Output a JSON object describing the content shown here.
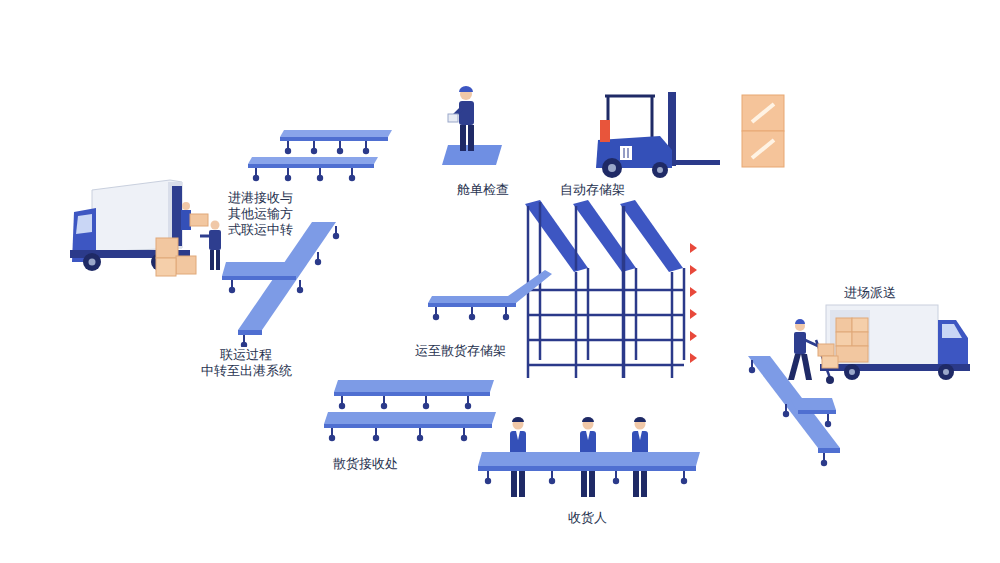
{
  "diagram": {
    "labels": [
      "舱单检查",
      "自动存储架",
      "进港接收与 其他运输方 式联运中转",
      "进场派送",
      "运至散货存储架",
      "联运过程 中转至出港系统",
      "散货接收处",
      "收货人"
    ]
  }
}
